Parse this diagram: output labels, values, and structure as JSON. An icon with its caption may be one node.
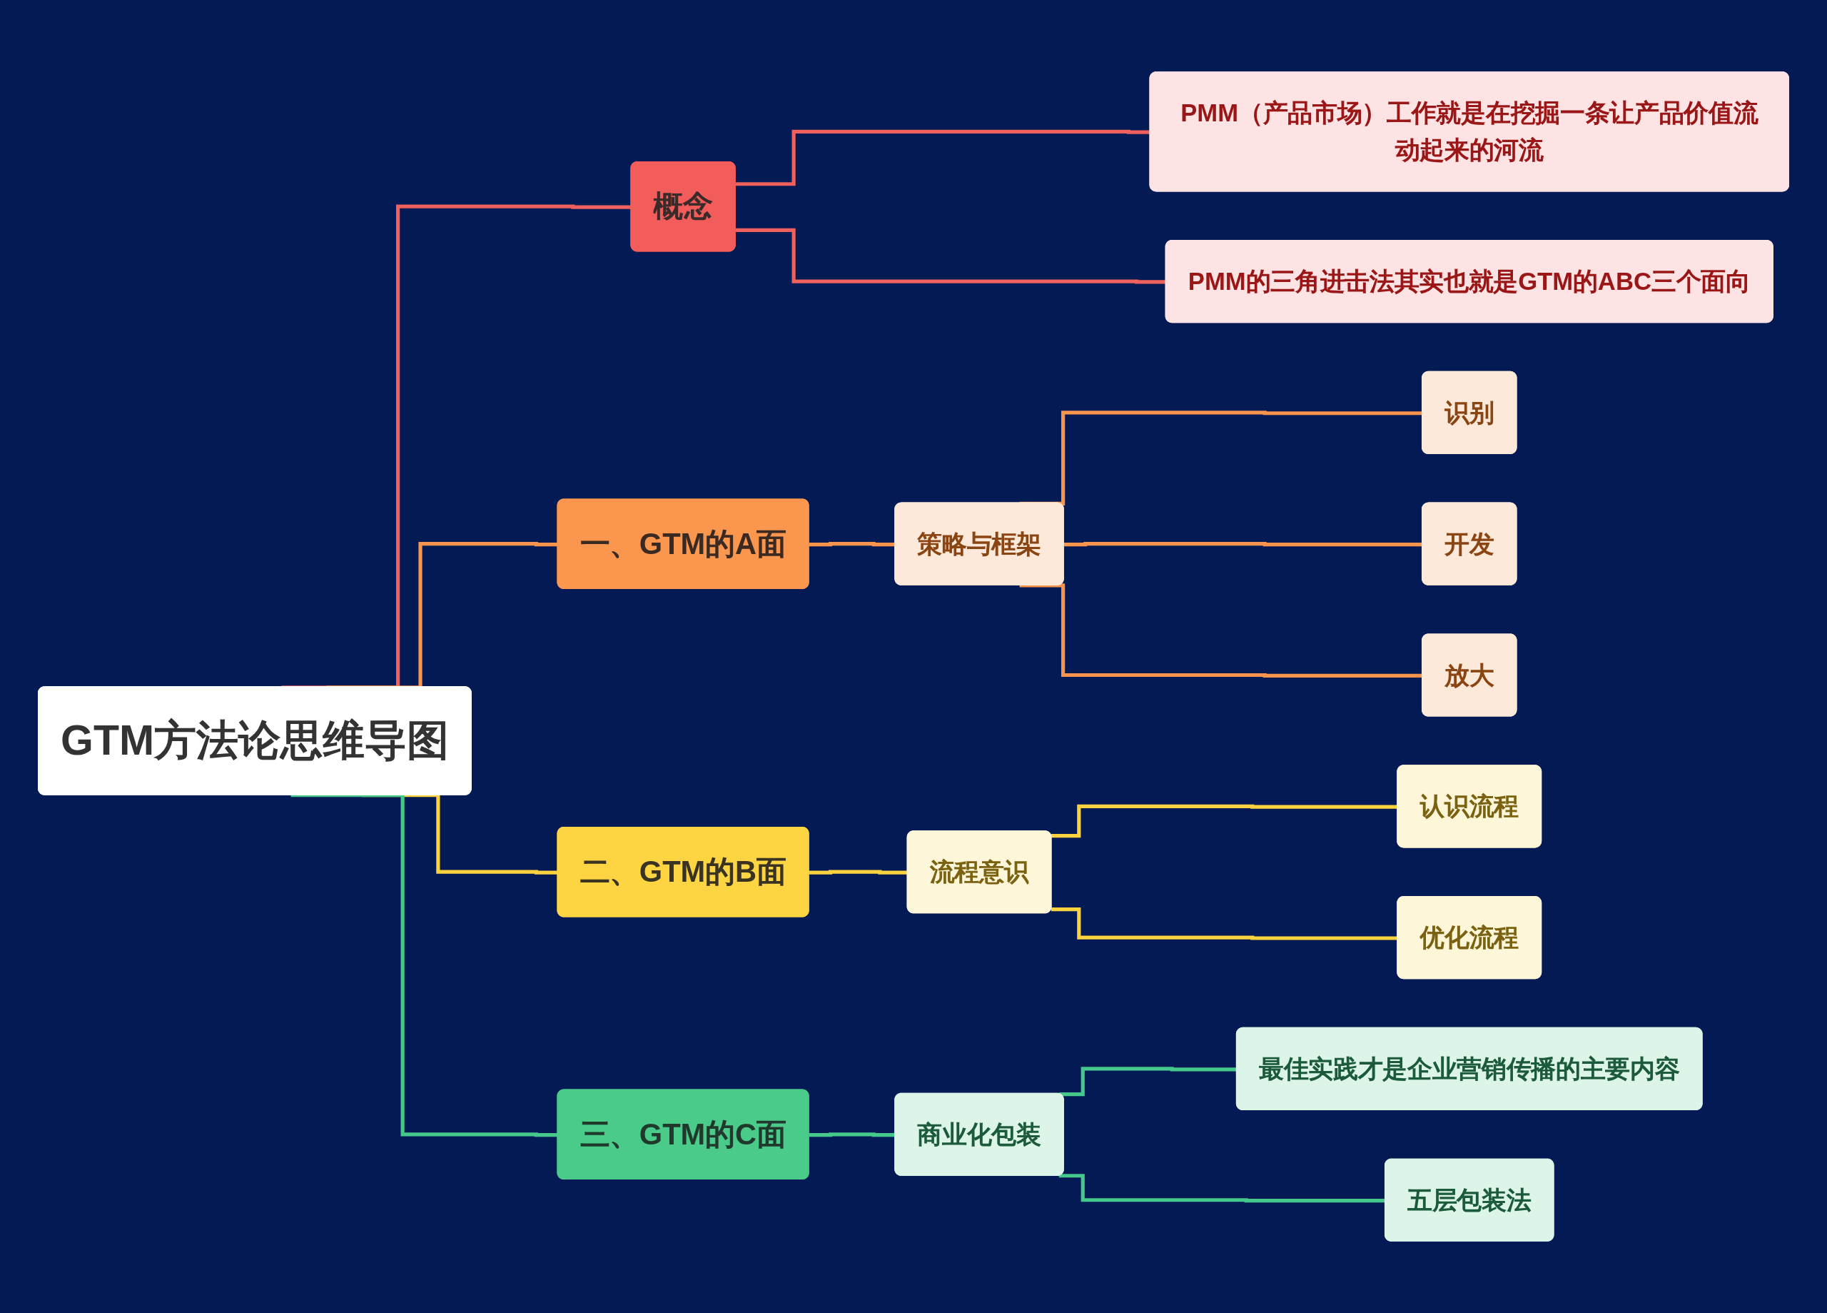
{
  "diagram": {
    "nodes": [
      {
        "text": [
          "GTM方法论思维导图"
        ]
      },
      {
        "text": [
          "概念"
        ]
      },
      {
        "text": [
          "PMM（产品市场）工作就是在挖掘一条让产品价值流动起来的河流"
        ]
      },
      {
        "text": [
          "PMM的三角进击法其实也就是GTM的ABC三个面向"
        ]
      },
      {
        "text": [
          "一、GTM的A面"
        ]
      },
      {
        "text": [
          "策略与框架"
        ]
      },
      {
        "text": [
          "识别"
        ]
      },
      {
        "text": [
          "开发"
        ]
      },
      {
        "text": [
          "放大"
        ]
      },
      {
        "text": [
          "二、GTM的B面"
        ]
      },
      {
        "text": [
          "流程意识"
        ]
      },
      {
        "text": [
          "认识流程"
        ]
      },
      {
        "text": [
          "优化流程"
        ]
      },
      {
        "text": [
          "三、GTM的C面"
        ]
      },
      {
        "text": [
          "商业化包装"
        ]
      },
      {
        "text": [
          "最佳实践才是企业营销传播的主要内容"
        ]
      },
      {
        "text": [
          "五层包装法"
        ]
      }
    ],
    "edges": [
      {
        "from": 0,
        "to": 1,
        "arrow": "none",
        "color": "#f0605c"
      },
      {
        "from": 1,
        "to": 2,
        "arrow": "none",
        "color": "#f0605c"
      },
      {
        "from": 1,
        "to": 3,
        "arrow": "none",
        "color": "#f0605c"
      },
      {
        "from": 0,
        "to": 4,
        "arrow": "none",
        "color": "#f8944c"
      },
      {
        "from": 4,
        "to": 5,
        "arrow": "none",
        "color": "#f8944c"
      },
      {
        "from": 5,
        "to": 6,
        "arrow": "none",
        "color": "#f8944c"
      },
      {
        "from": 5,
        "to": 7,
        "arrow": "none",
        "color": "#f8944c"
      },
      {
        "from": 5,
        "to": 8,
        "arrow": "none",
        "color": "#f8944c"
      },
      {
        "from": 0,
        "to": 9,
        "arrow": "none",
        "color": "#fcd33f"
      },
      {
        "from": 9,
        "to": 10,
        "arrow": "none",
        "color": "#fcd33f"
      },
      {
        "from": 10,
        "to": 11,
        "arrow": "none",
        "color": "#fcd33f"
      },
      {
        "from": 10,
        "to": 12,
        "arrow": "none",
        "color": "#fcd33f"
      },
      {
        "from": 0,
        "to": 13,
        "arrow": "none",
        "color": "#45c98a"
      },
      {
        "from": 13,
        "to": 14,
        "arrow": "none",
        "color": "#45c98a"
      },
      {
        "from": 14,
        "to": 15,
        "arrow": "none",
        "color": "#45c98a"
      },
      {
        "from": 14,
        "to": 16,
        "arrow": "none",
        "color": "#45c98a"
      }
    ]
  }
}
